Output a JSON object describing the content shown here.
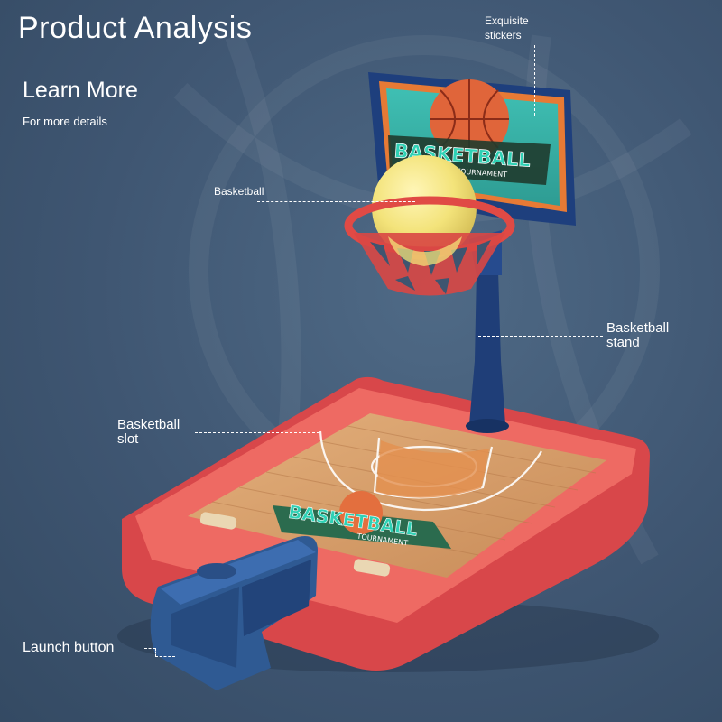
{
  "header": {
    "title": "Product Analysis",
    "learn_more": "Learn More",
    "details": "For more details"
  },
  "toy": {
    "backboard_word": "BASKETBALL",
    "backboard_sub": "TOURNAMENT",
    "court_word": "BASKETBALL",
    "court_sub": "TOURNAMENT"
  },
  "callouts": {
    "stickers": [
      "Exquisite",
      "stickers"
    ],
    "basketball": "Basketball",
    "stand": [
      "Basketball",
      "stand"
    ],
    "slot": [
      "Basketball",
      "slot"
    ],
    "launch": "Launch button"
  },
  "colors": {
    "background": "#3e5570",
    "tray_red": "#e0504e",
    "ball_yellow": "#f3e37a",
    "backboard_teal": "#38b2a8",
    "court_wood": "#d9a16d",
    "launcher_blue": "#2f5a93"
  }
}
